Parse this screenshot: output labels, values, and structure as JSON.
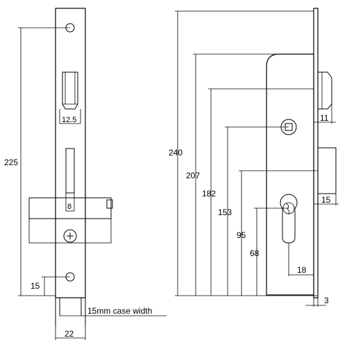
{
  "left_view": {
    "height_label": "225",
    "latch_width_label": "12.5",
    "bolt_width_label": "8",
    "bottom_hole_label": "15",
    "case_width_label": "15mm case width",
    "faceplate_width_label": "22"
  },
  "side_view": {
    "overall_height_label": "240",
    "case_height_label": "207",
    "latch_center_label": "182",
    "spindle_center_label": "153",
    "bolt_center_label": "95",
    "cylinder_center_label": "68",
    "latch_throw_label": "11",
    "bolt_throw_label": "15",
    "cylinder_offset_label": "18",
    "faceplate_thickness_label": "3"
  }
}
